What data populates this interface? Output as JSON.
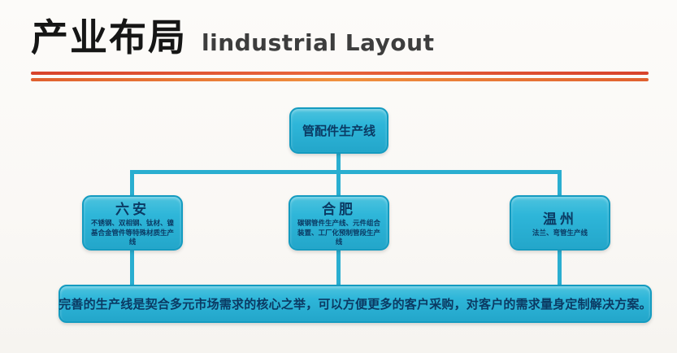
{
  "header": {
    "title_zh": "产业布局",
    "title_en": "lindustrial Layout"
  },
  "diagram": {
    "type": "org-tree",
    "root": "管配件生产线",
    "nodes": [
      {
        "name": "六安",
        "desc": "不锈钢、双相钢、钛材、镍基合金管件等特殊材质生产线"
      },
      {
        "name": "合肥",
        "desc": "碳钢管件生产线、元件组合装置、工厂化预制管段生产线"
      },
      {
        "name": "温州",
        "desc": "法兰、弯管生产线"
      }
    ],
    "footer": "完善的生产线是契合多元市场需求的核心之举，可以方便更多的客户采购，对客户的需求量身定制解决方案。"
  },
  "colors": {
    "box-fill": "#2eb6d9",
    "box-border": "#149bc0",
    "connector": "#2aaed0",
    "navy": "#0b3a63",
    "divider-red": "#d8432c",
    "divider-orange": "#f0913f"
  }
}
